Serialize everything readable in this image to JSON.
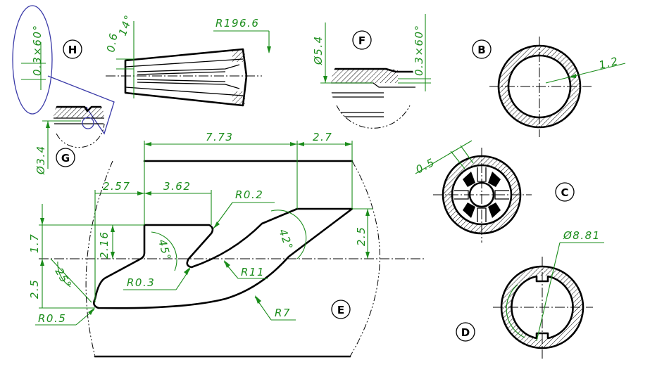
{
  "views": {
    "B": "B",
    "C": "C",
    "D": "D",
    "E": "E",
    "F": "F",
    "G": "G",
    "H": "H"
  },
  "dimensions": {
    "h_chamfer": "0.3×60°",
    "h_depth": "0.6",
    "h_angle": "14°",
    "h_radius": "R196.6",
    "g_dia": "Ø3.4",
    "f_dia": "Ø5.4",
    "f_chamfer": "0.3×60°",
    "b_wall": "1.2",
    "c_slot": "0.5",
    "d_dia": "Ø8.81",
    "e_total": "7.73",
    "e_right": "2.7",
    "e_left": "2.57",
    "e_mid": "3.62",
    "e_r02": "R0.2",
    "e_h17": "1.7",
    "e_h216": "2.16",
    "e_h25l": "2.5",
    "e_h25r": "2.5",
    "e_a45": "45°",
    "e_a42": "42°",
    "e_a25": "25°",
    "e_r03": "R0.3",
    "e_r11": "R11",
    "e_r7": "R7",
    "e_r05": "R0.5"
  }
}
